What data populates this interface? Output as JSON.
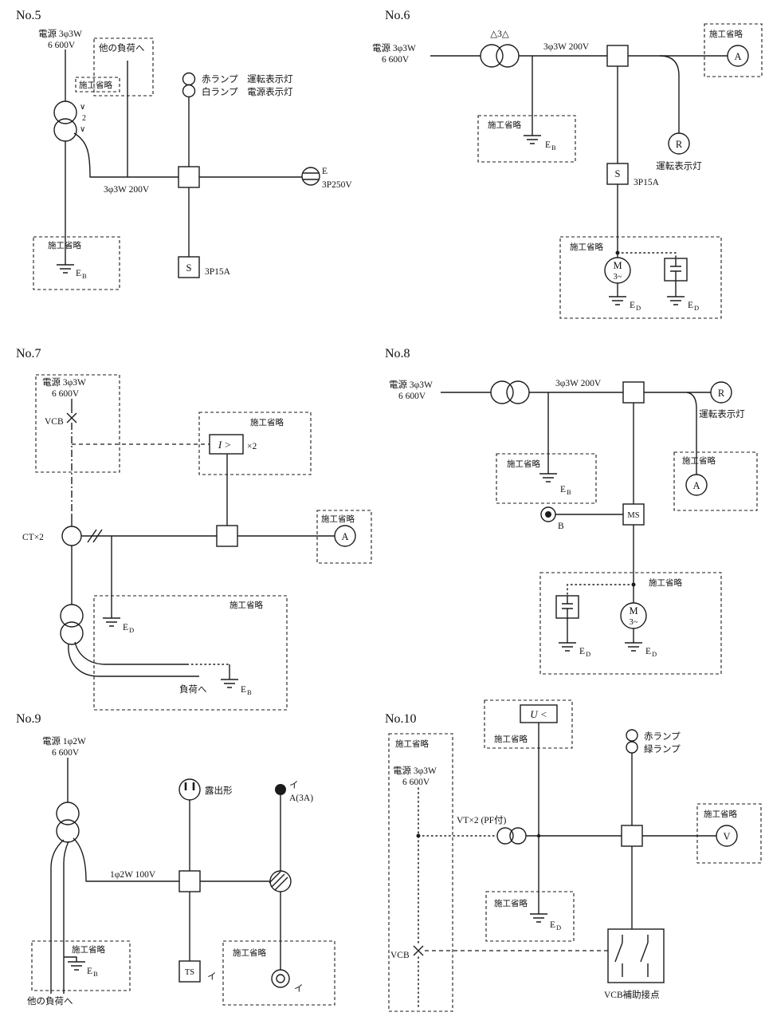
{
  "common": {
    "omit": "施工省略",
    "e": "E",
    "sub_b": "B",
    "sub_d": "D"
  },
  "no5": {
    "title": "No.5",
    "source_line1": "電源 3φ3W",
    "source_line2": "6 600V",
    "other_loads": "他の負荷へ",
    "winding_top": "∨",
    "winding_mid": "2",
    "winding_bottom": "∨",
    "red_lamp_label": "赤ランプ　運転表示灯",
    "white_lamp_label": "白ランプ　電源表示灯",
    "bus_label": "3φ3W 200V",
    "outlet_e": "E",
    "outlet_rating": "3P250V",
    "switch_letter": "S",
    "switch_rating": "3P15A"
  },
  "no6": {
    "title": "No.6",
    "source_line1": "電源 3φ3W",
    "source_line2": "6 600V",
    "delta_mark": "△3△",
    "bus_label": "3φ3W 200V",
    "ammeter_letter": "A",
    "run_lamp_letter": "R",
    "run_lamp_label": "運転表示灯",
    "switch_letter": "S",
    "switch_rating": "3P15A",
    "motor_letter": "M",
    "motor_phase": "3~"
  },
  "no7": {
    "title": "No.7",
    "source_line1": "電源 3φ3W",
    "source_line2": "6 600V",
    "vcb_label": "VCB",
    "ocr_label": "I >",
    "ocr_mult": "×2",
    "ct_label": "CT×2",
    "ammeter_letter": "A",
    "to_load": "負荷へ"
  },
  "no8": {
    "title": "No.8",
    "source_line1": "電源 3φ3W",
    "source_line2": "6 600V",
    "bus_label": "3φ3W 200V",
    "run_lamp_letter": "R",
    "run_lamp_label": "運転表示灯",
    "ammeter_letter": "A",
    "button_label": "B",
    "ms_label": "MS",
    "motor_letter": "M",
    "motor_phase": "3~"
  },
  "no9": {
    "title": "No.9",
    "source_line1": "電源 1φ2W",
    "source_line2": "6 600V",
    "exposed_label": "露出形",
    "switch_mark": "イ",
    "auto_switch_rating": "A(3A)",
    "bus_label": "1φ2W 100V",
    "ts_label": "TS",
    "ts_mark": "イ",
    "outlet_mark": "イ",
    "other_loads": "他の負荷へ"
  },
  "no10": {
    "title": "No.10",
    "uvr_label": "U <",
    "red_lamp_label": "赤ランプ",
    "green_lamp_label": "緑ランプ",
    "source_line1": "電源 3φ3W",
    "source_line2": "6 600V",
    "vt_label": "VT×2 (PF付)",
    "vcb_label": "VCB",
    "voltmeter_letter": "V",
    "aux_contact_label": "VCB補助接点"
  }
}
